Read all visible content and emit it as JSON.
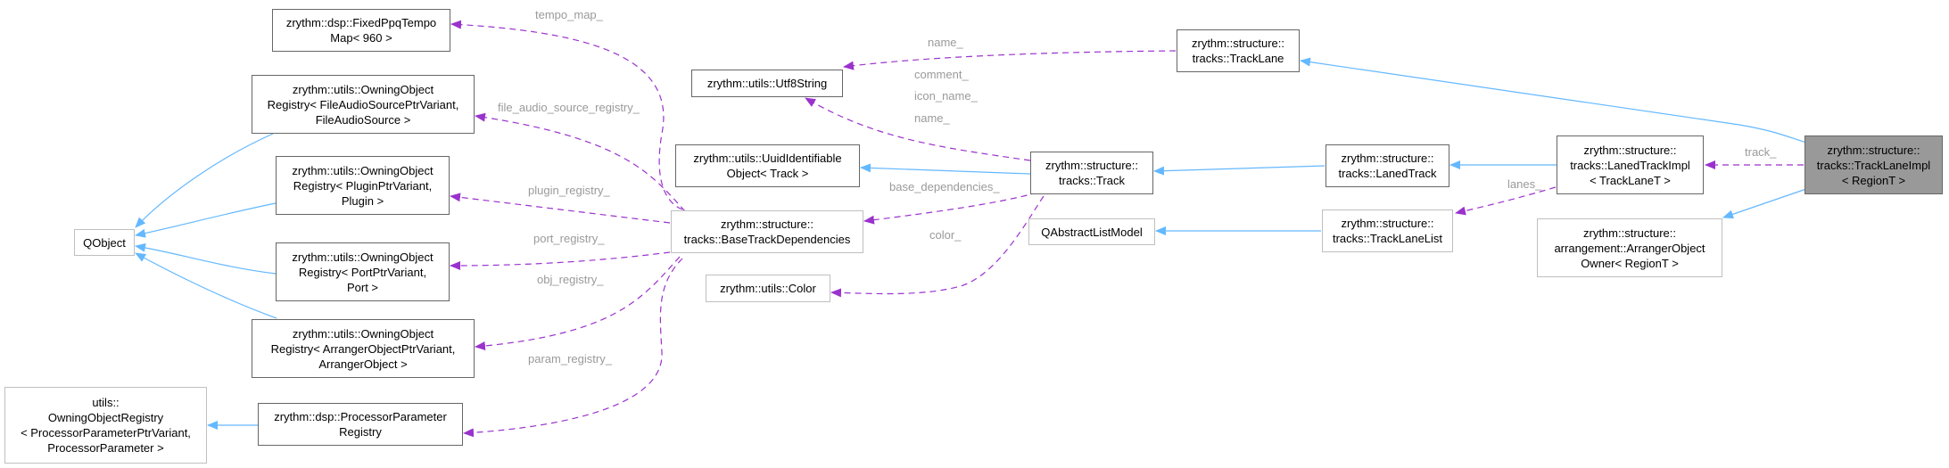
{
  "diagram": {
    "nodes": {
      "qobject": [
        "QObject"
      ],
      "fixed_ppq": [
        "zrythm::dsp::FixedPpqTempo",
        "Map< 960 >"
      ],
      "reg_file": [
        "zrythm::utils::OwningObject",
        "Registry< FileAudioSourcePtrVariant,",
        "FileAudioSource >"
      ],
      "reg_plugin": [
        "zrythm::utils::OwningObject",
        "Registry< PluginPtrVariant,",
        "Plugin >"
      ],
      "reg_port": [
        "zrythm::utils::OwningObject",
        "Registry< PortPtrVariant,",
        "Port >"
      ],
      "reg_arranger": [
        "zrythm::utils::OwningObject",
        "Registry< ArrangerObjectPtrVariant,",
        "ArrangerObject >"
      ],
      "utils_reg": [
        "utils::",
        "OwningObjectRegistry",
        "< ProcessorParameterPtrVariant,",
        "ProcessorParameter >"
      ],
      "proc_param_reg": [
        "zrythm::dsp::ProcessorParameter",
        "Registry"
      ],
      "utf8": [
        "zrythm::utils::Utf8String"
      ],
      "uuid": [
        "zrythm::utils::UuidIdentifiable",
        "Object< Track >"
      ],
      "base_deps": [
        "zrythm::structure::",
        "tracks::BaseTrackDependencies"
      ],
      "color": [
        "zrythm::utils::Color"
      ],
      "track_lane": [
        "zrythm::structure::",
        "tracks::TrackLane"
      ],
      "track": [
        "zrythm::structure::",
        "tracks::Track"
      ],
      "qalm": [
        "QAbstractListModel"
      ],
      "laned_track": [
        "zrythm::structure::",
        "tracks::LanedTrack"
      ],
      "lane_list": [
        "zrythm::structure::",
        "tracks::TrackLaneList"
      ],
      "laned_impl": [
        "zrythm::structure::",
        "tracks::LanedTrackImpl",
        "< TrackLaneT >"
      ],
      "arr_owner": [
        "zrythm::structure::",
        "arrangement::ArrangerObject",
        "Owner< RegionT >"
      ],
      "lane_impl": [
        "zrythm::structure::",
        "tracks::TrackLaneImpl",
        "< RegionT >"
      ]
    },
    "edge_labels": {
      "tempo_map": "tempo_map_",
      "file_audio": "file_audio_source_registry_",
      "plugin_registry": "plugin_registry_",
      "port_registry": "port_registry_",
      "obj_registry": "obj_registry_",
      "param_registry": "param_registry_",
      "name_lane": "name_",
      "comment": "comment_",
      "icon_name": "icon_name_",
      "name_track": "name_",
      "base_dependencies": "base_dependencies_",
      "color": "color_",
      "lanes": "lanes_",
      "track": "track_"
    },
    "colors": {
      "inheritance": "#63b8ff",
      "usage": "#9a32cd",
      "label": "#9a9a9a",
      "focus_fill": "#999999"
    }
  }
}
